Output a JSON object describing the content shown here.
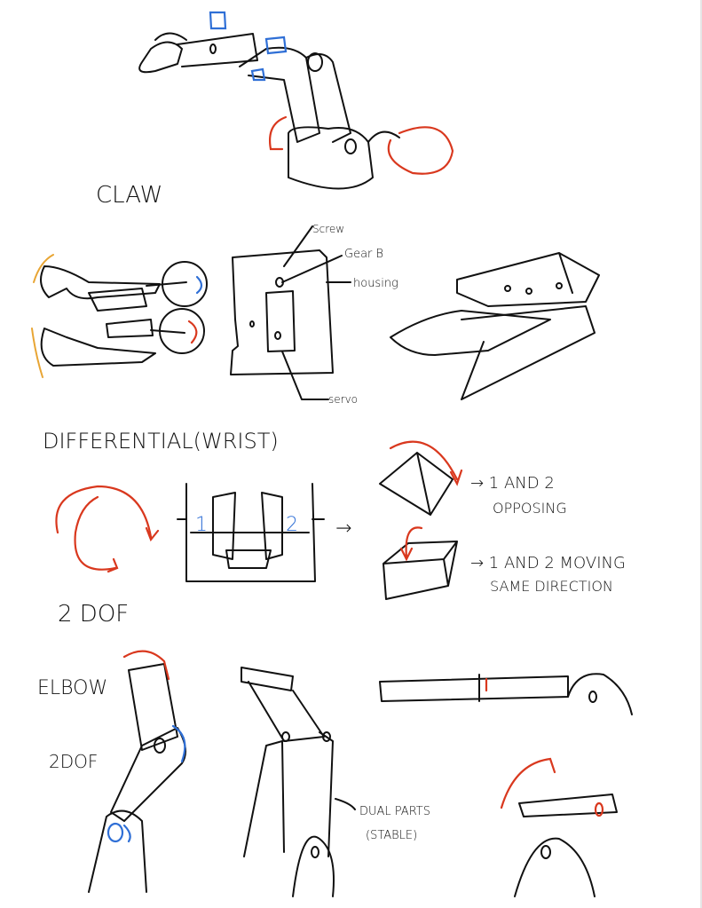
{
  "sections": {
    "claw": {
      "title": "CLAW",
      "labels": {
        "screw": "Screw",
        "gear": "Gear B",
        "housing": "housing",
        "servo": "servo"
      }
    },
    "differential": {
      "title": "DIFFERENTIAL(WRIST)",
      "dof": "2 DOF",
      "gear_1": "1",
      "gear_2": "2",
      "arrow": "→",
      "note_opposing_1": "→ 1 AND 2",
      "note_opposing_2": "OPPOSING",
      "note_same_1": "→ 1 AND 2 MOVING",
      "note_same_2": "SAME DIRECTION"
    },
    "elbow": {
      "title": "ELBOW",
      "dof": "2DOF",
      "dual_1": "DUAL PARTS",
      "dual_2": "(STABLE)"
    }
  },
  "colors": {
    "ink": "#111111",
    "red": "#d9381e",
    "blue": "#2f6fd6",
    "orange": "#e8a534"
  }
}
